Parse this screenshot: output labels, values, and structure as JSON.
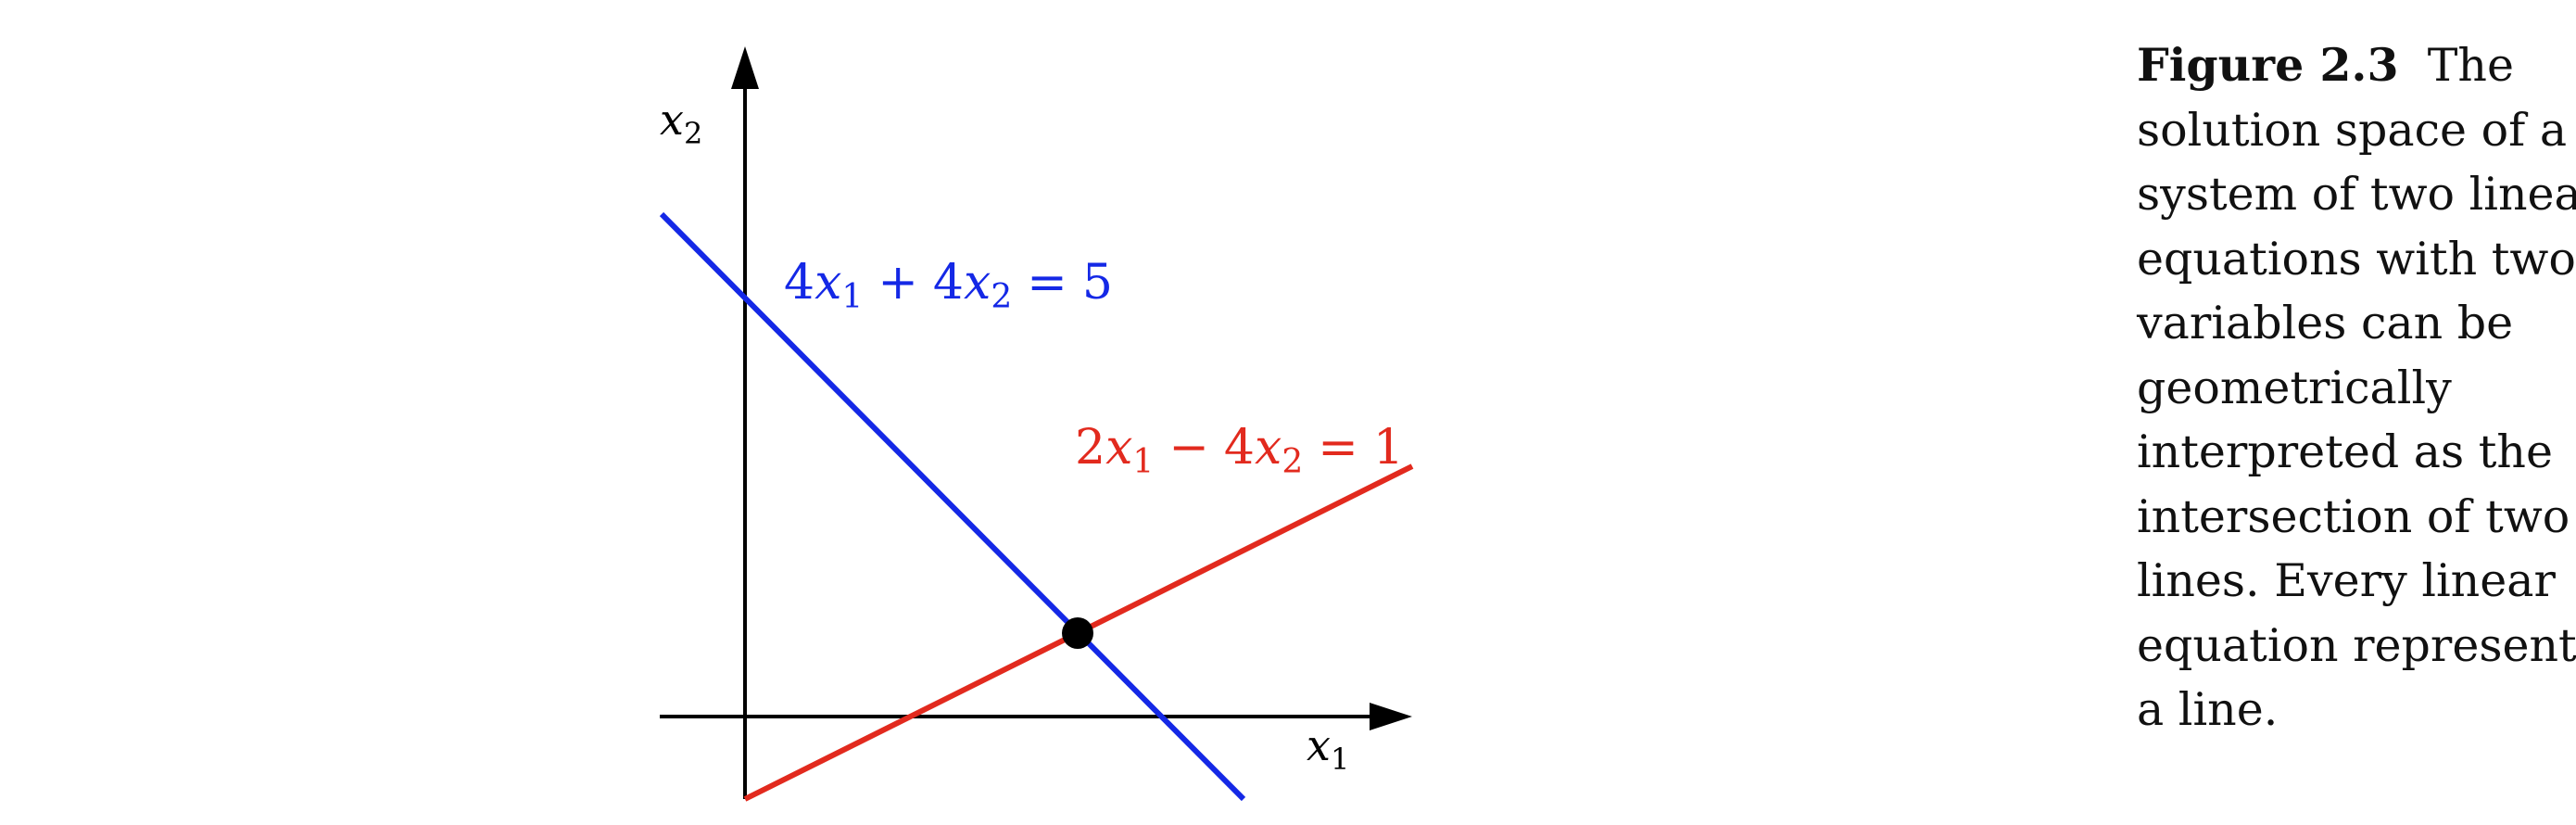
{
  "figure": {
    "axes": {
      "x_label": {
        "base": "x",
        "sub": "1"
      },
      "y_label": {
        "base": "x",
        "sub": "2"
      }
    },
    "lines": [
      {
        "equation": {
          "a": "4",
          "op": "+",
          "b": "4",
          "rhs": "5"
        },
        "color": "#1428e6"
      },
      {
        "equation": {
          "a": "2",
          "op": "−",
          "b": "4",
          "rhs": "1"
        },
        "color": "#e22a1e"
      }
    ],
    "intersection": {
      "color": "#000000"
    }
  },
  "caption": {
    "label": "Figure 2.3",
    "lines": [
      "The",
      "solution space of a",
      "system of two linear",
      "equations with two",
      "variables can be",
      "geometrically",
      "interpreted as the",
      "intersection of two",
      "lines. Every linear",
      "equation represents",
      "a line."
    ]
  }
}
